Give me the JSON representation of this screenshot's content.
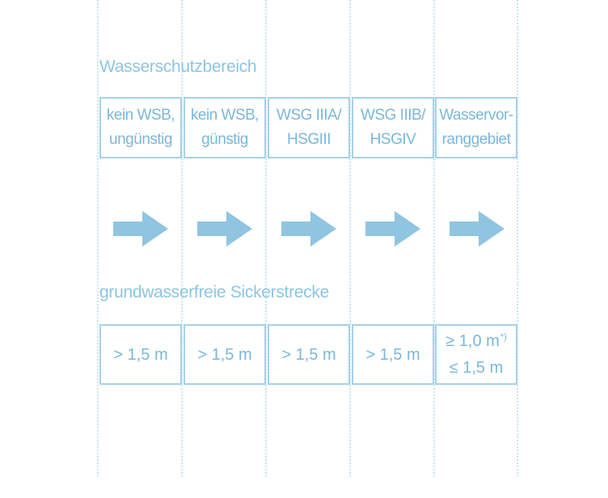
{
  "colors": {
    "guide": "#a7d1e6",
    "text": "#7bb7d8",
    "heading": "#8ec5e0",
    "arrow": "#8fc5e1"
  },
  "headings": {
    "zone": "Wasserschutzbereich",
    "seepage": "grundwasserfreie Sickerstrecke"
  },
  "zones": [
    {
      "line1": "kein WSB,",
      "line2": "ungünstig"
    },
    {
      "line1": "kein WSB,",
      "line2": "günstig"
    },
    {
      "line1": "WSG IIIA/",
      "line2": "HSGIII"
    },
    {
      "line1": "WSG IIIB/",
      "line2": "HSGIV"
    },
    {
      "line1": "Wasservor-",
      "line2": "ranggebiet"
    }
  ],
  "arrow_icon": "right-arrow-icon",
  "seepage": [
    {
      "line1": "> 1,5 m"
    },
    {
      "line1": "> 1,5 m"
    },
    {
      "line1": "> 1,5 m"
    },
    {
      "line1": "> 1,5 m"
    },
    {
      "line1": "≥ 1,0 m",
      "footnote": "*)",
      "line2": "≤ 1,5 m"
    }
  ]
}
